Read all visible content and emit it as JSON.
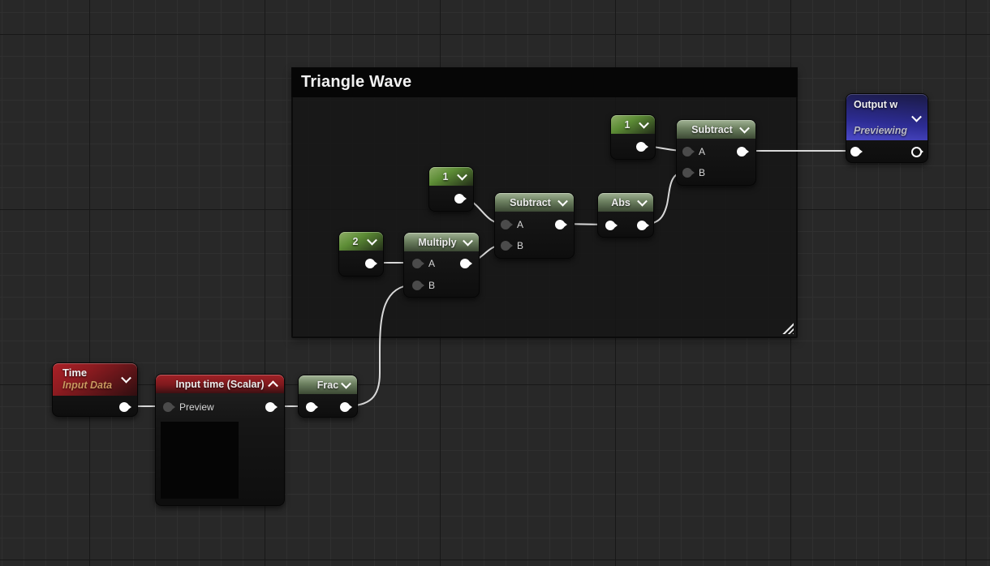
{
  "comment": {
    "title": "Triangle Wave"
  },
  "pin_labels": {
    "a": "A",
    "b": "B"
  },
  "nodes": {
    "time": {
      "title": "Time",
      "subtitle": "Input Data"
    },
    "input_time": {
      "title": "Input time (Scalar)",
      "preview": "Preview"
    },
    "frac": {
      "title": "Frac"
    },
    "const_2": {
      "value": "2"
    },
    "multiply": {
      "title": "Multiply"
    },
    "const_1_mid": {
      "value": "1"
    },
    "subtract_mid": {
      "title": "Subtract"
    },
    "abs": {
      "title": "Abs"
    },
    "const_1_top": {
      "value": "1"
    },
    "subtract_top": {
      "title": "Subtract"
    },
    "output": {
      "title": "Output w",
      "status": "Previewing"
    }
  },
  "colors": {
    "background": "#282828",
    "grid_minor": "#303030",
    "grid_major": "#181818",
    "wire": "#d9d9d9",
    "header_red": "#8c1b20",
    "header_green_op": "#6c8060",
    "header_green_const": "#5c8c35",
    "header_blue": "#2d2c94",
    "node_body": "#141414",
    "comment_title_bg": "#060606"
  }
}
